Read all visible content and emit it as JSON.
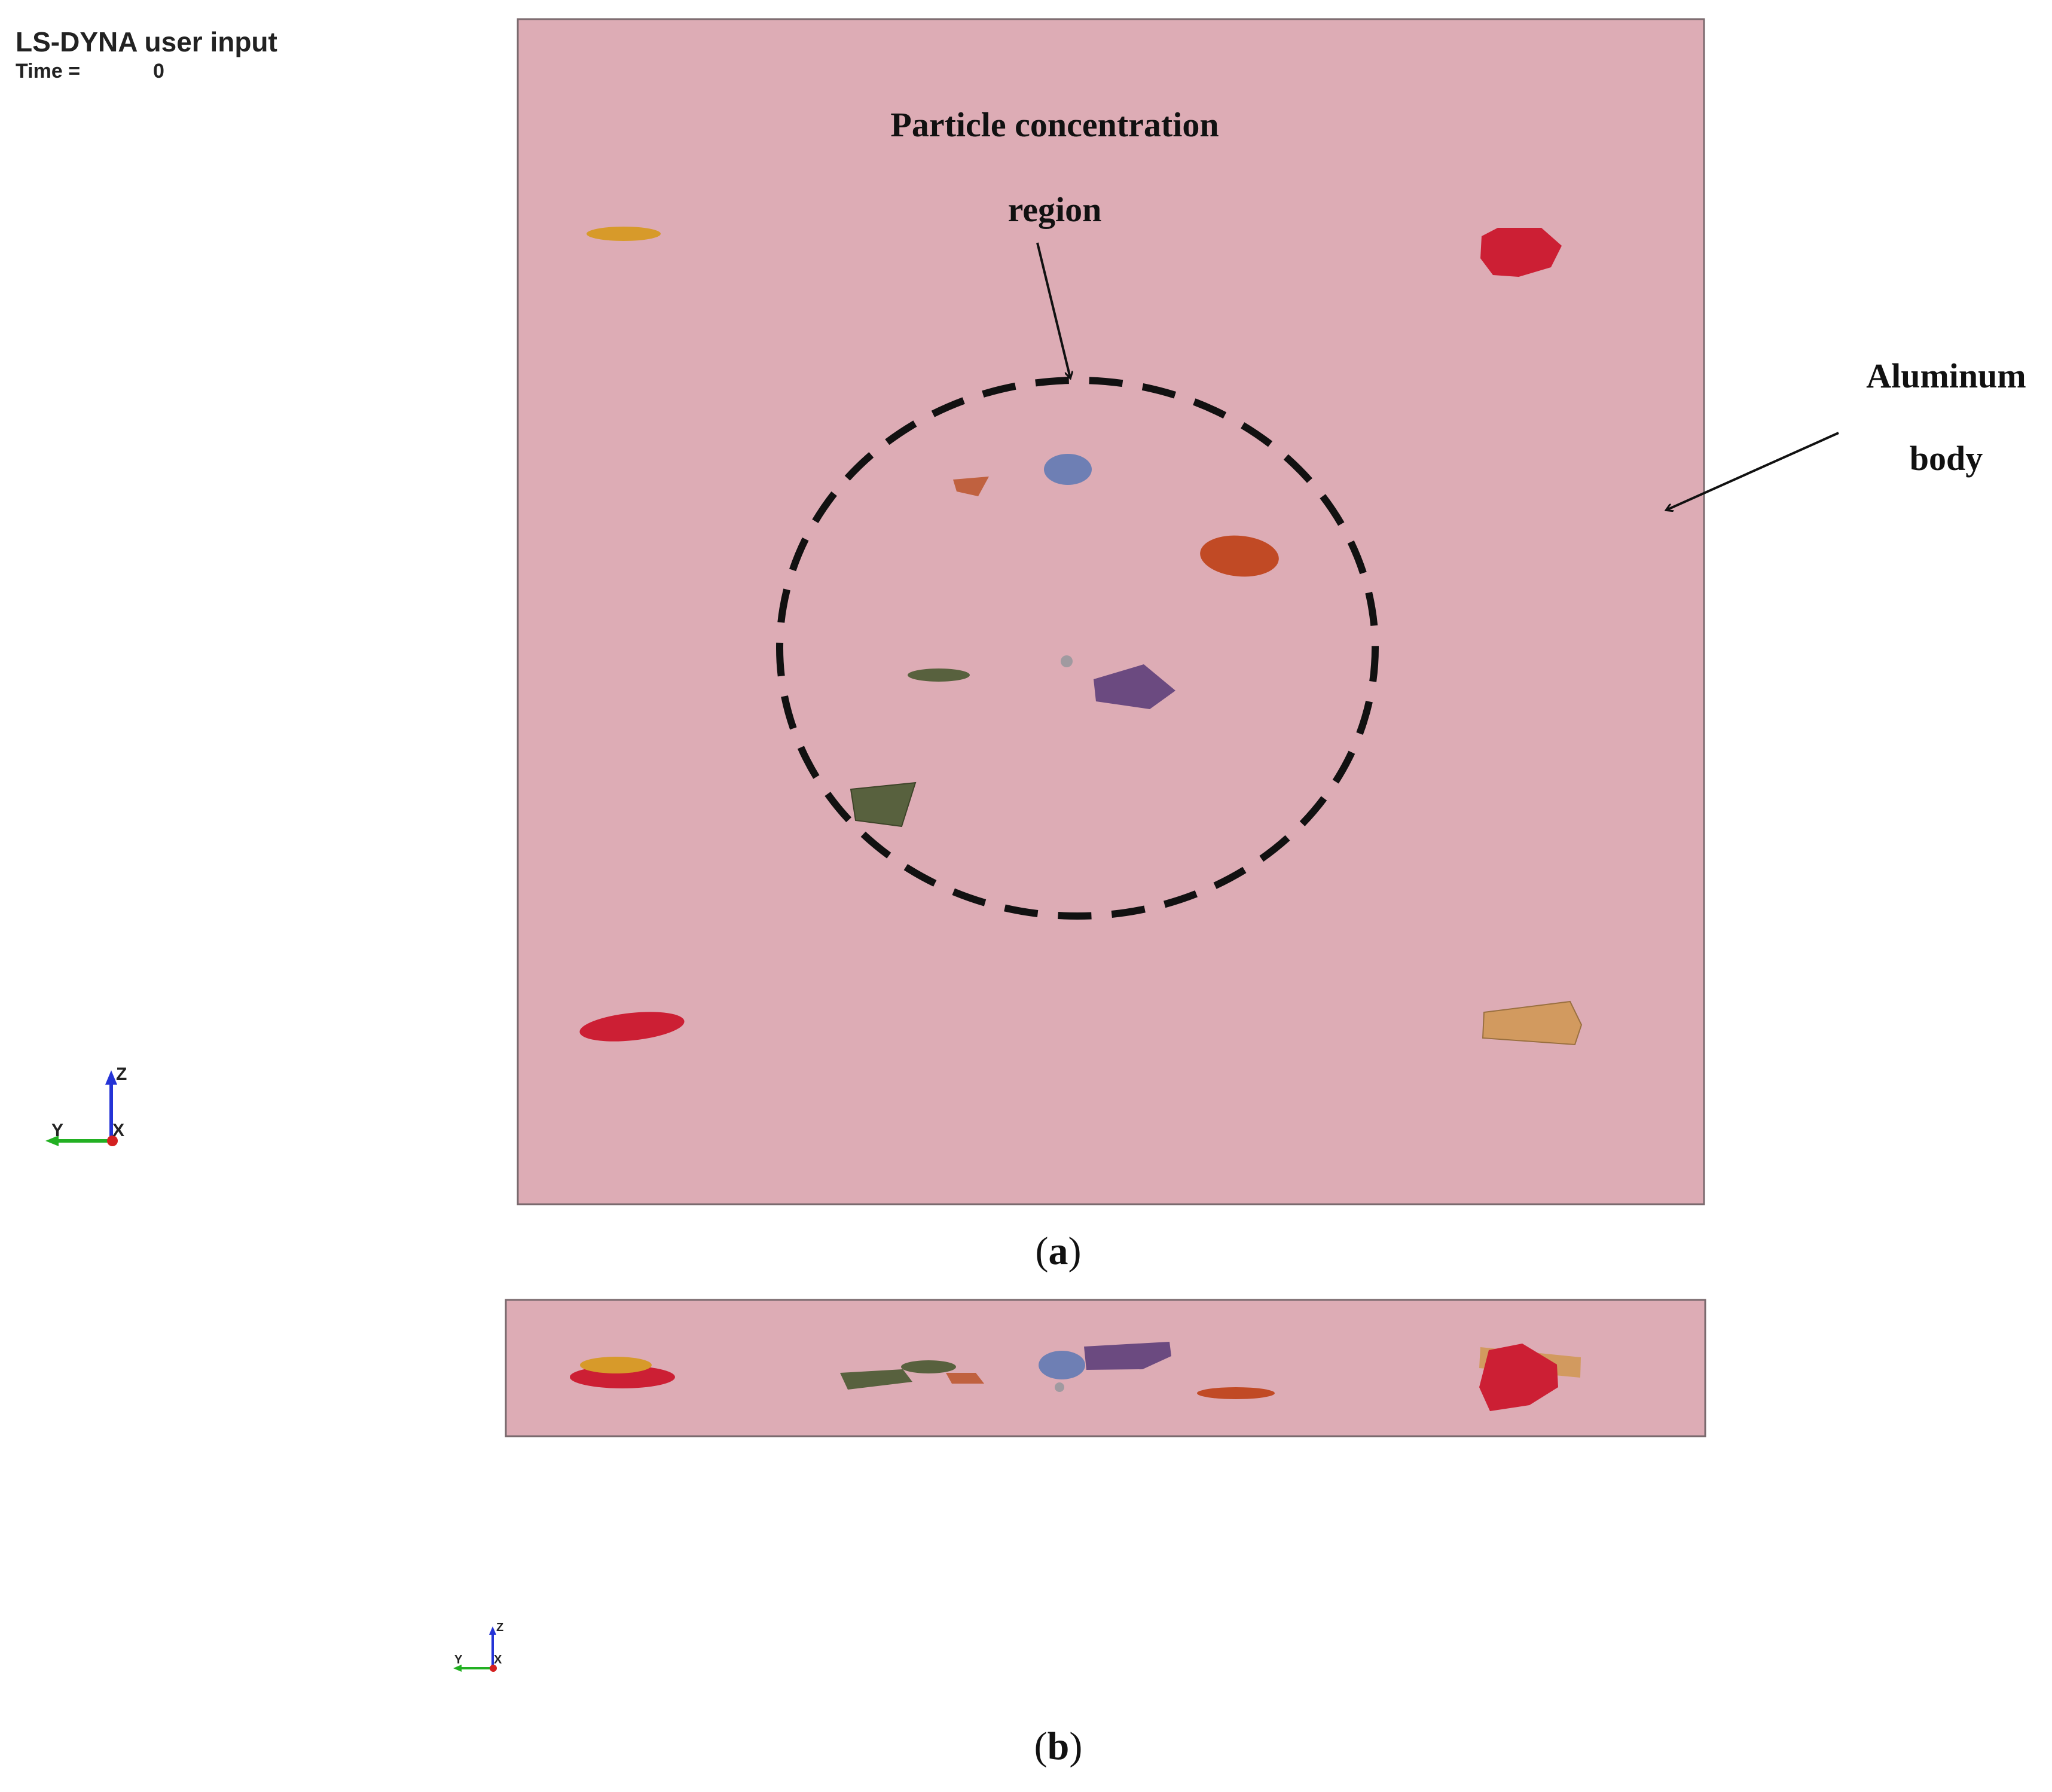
{
  "viewer": {
    "title": "LS-DYNA user input",
    "time_label": "Time =",
    "time_value": "0"
  },
  "triad": {
    "x_label": "X",
    "y_label": "Y",
    "z_label": "Z",
    "colors": {
      "x": "#d42020",
      "y": "#22b022",
      "z": "#2433d6"
    }
  },
  "panel_a": {
    "caption_open": "(",
    "caption_letter": "a",
    "caption_close": ")",
    "region_label_line1": "Particle concentration",
    "region_label_line2": "region",
    "body_label_line1": "Aluminum",
    "body_label_line2": "body"
  },
  "panel_b": {
    "caption_open": "(",
    "caption_letter": "b",
    "caption_close": ")"
  },
  "colors": {
    "aluminum_body": "#ddacb5",
    "body_outline": "#7a6a6e",
    "particle_red": "#cc1f34",
    "particle_orange": "#c14a25",
    "particle_gold": "#d79a2a",
    "particle_tan": "#d29a5f",
    "particle_blue": "#6e7fb4",
    "particle_purple": "#6b4a80",
    "particle_green": "#58613e",
    "particle_rust": "#c0613f",
    "particle_grey": "#a09aa0"
  }
}
